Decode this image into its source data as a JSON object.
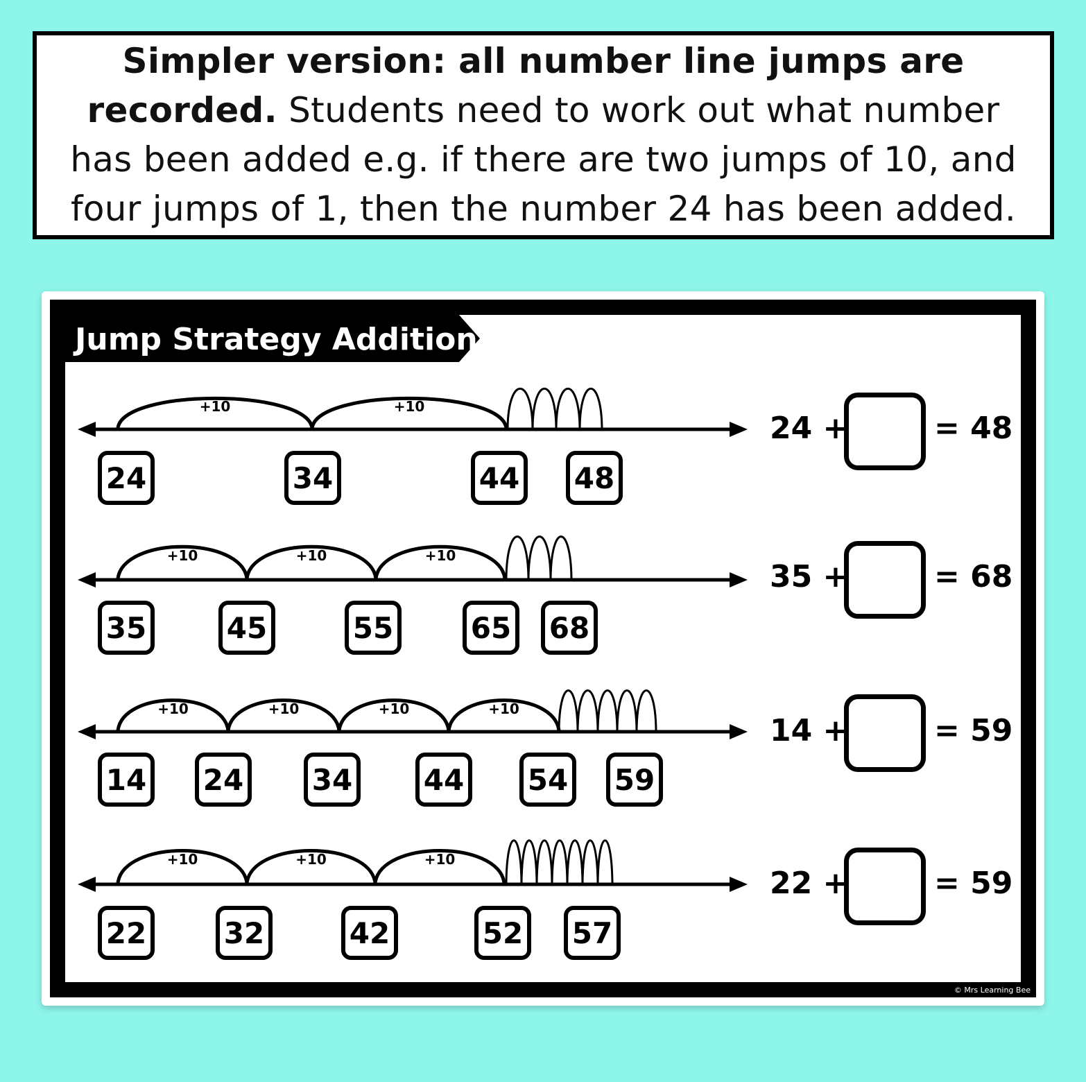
{
  "header": {
    "bold_text": "Simpler version: all number line jumps are recorded.",
    "body_text": " Students need to work out what number has been added e.g. if there are two jumps of 10, and four jumps of 1, then the number 24 has been added."
  },
  "worksheet": {
    "title": "Jump Strategy Addition",
    "copyright": "© Mrs Learning Bee",
    "problems": [
      {
        "start": "24",
        "result": "48",
        "equation_start": "24 +",
        "equation_end": "= 48",
        "ten_jumps": [
          "+10",
          "+10"
        ],
        "one_jumps": 4,
        "numbers": [
          "24",
          "34",
          "44",
          "48"
        ]
      },
      {
        "start": "35",
        "result": "68",
        "equation_start": "35 +",
        "equation_end": "= 68",
        "ten_jumps": [
          "+10",
          "+10",
          "+10"
        ],
        "one_jumps": 3,
        "numbers": [
          "35",
          "45",
          "55",
          "65",
          "68"
        ]
      },
      {
        "start": "14",
        "result": "59",
        "equation_start": "14 +",
        "equation_end": "= 59",
        "ten_jumps": [
          "+10",
          "+10",
          "+10",
          "+10"
        ],
        "one_jumps": 5,
        "numbers": [
          "14",
          "24",
          "34",
          "44",
          "54",
          "59"
        ]
      },
      {
        "start": "22",
        "result": "59",
        "equation_start": "22 +",
        "equation_end": "= 59",
        "ten_jumps": [
          "+10",
          "+10",
          "+10"
        ],
        "one_jumps": 7,
        "numbers": [
          "22",
          "32",
          "42",
          "52",
          "57"
        ]
      }
    ]
  },
  "colors": {
    "background": "#8ef5ea",
    "ink": "#000000",
    "paper": "#ffffff"
  }
}
